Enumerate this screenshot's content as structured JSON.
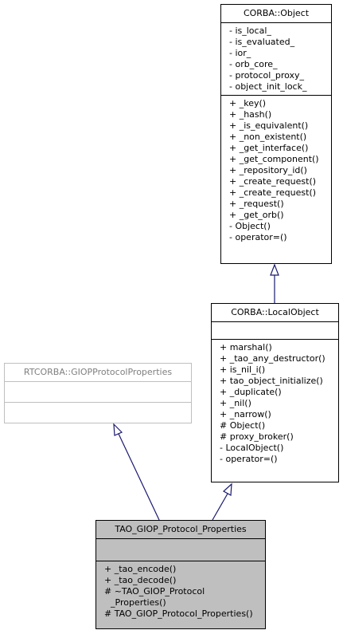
{
  "classes": {
    "corba_object": {
      "name": "CORBA::Object",
      "attributes": [
        "- is_local_",
        "- is_evaluated_",
        "- ior_",
        "- orb_core_",
        "- protocol_proxy_",
        "- object_init_lock_"
      ],
      "operations": [
        "+ _key()",
        "+ _hash()",
        "+ _is_equivalent()",
        "+ _non_existent()",
        "+ _get_interface()",
        "+ _get_component()",
        "+ _repository_id()",
        "+ _create_request()",
        "+ _create_request()",
        "+ _request()",
        "+ _get_orb()",
        "- Object()",
        "- operator=()"
      ]
    },
    "corba_localobject": {
      "name": "CORBA::LocalObject",
      "attributes": [],
      "operations": [
        "+ marshal()",
        "+ _tao_any_destructor()",
        "+ is_nil_i()",
        "+ tao_object_initialize()",
        "+ _duplicate()",
        "+ _nil()",
        "+ _narrow()",
        "# Object()",
        "# proxy_broker()",
        "- LocalObject()",
        "- operator=()"
      ]
    },
    "rtcorba_giop": {
      "name": "RTCORBA::GIOPProtocolProperties",
      "attributes": [],
      "operations": []
    },
    "tao_giop": {
      "name": "TAO_GIOP_Protocol_Properties",
      "attributes": [],
      "operations": [
        "+ _tao_encode()",
        "+ _tao_decode()",
        "# ~TAO_GIOP_Protocol",
        "_Properties()",
        "# TAO_GIOP_Protocol_Properties()"
      ]
    }
  },
  "colors": {
    "edge": "#191970",
    "highlight_fill": "#bfbfbf",
    "muted_border": "#bfbfbf"
  }
}
